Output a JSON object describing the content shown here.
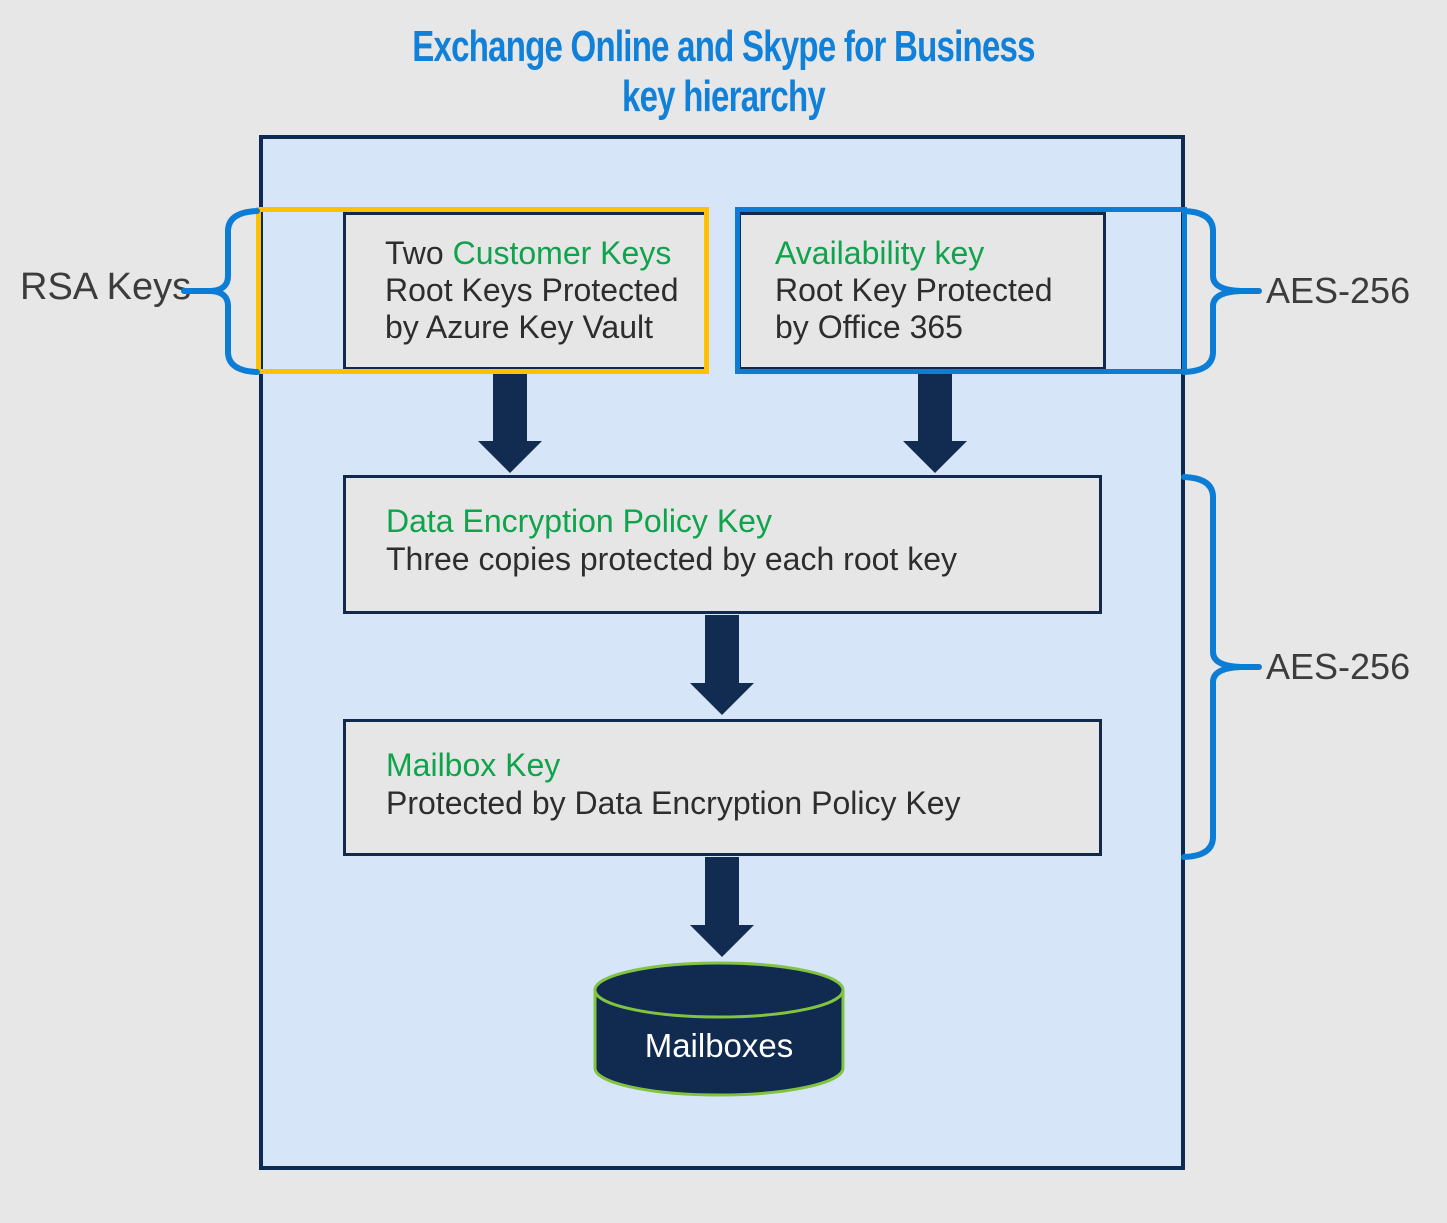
{
  "title": {
    "line1": "Exchange Online and Skype for Business",
    "line2": "key hierarchy"
  },
  "side_labels": {
    "rsa": "RSA Keys",
    "aes_top": "AES-256",
    "aes_bottom": "AES-256"
  },
  "boxes": {
    "customer_keys": {
      "prefix": "Two ",
      "name": "Customer Keys",
      "desc_line1": "Root Keys Protected",
      "desc_line2": "by Azure Key Vault"
    },
    "availability_key": {
      "name": "Availability key",
      "desc_line1": "Root Key Protected",
      "desc_line2": "by Office 365"
    },
    "data_encryption_policy_key": {
      "name": "Data Encryption Policy Key",
      "desc_line1": "Three copies protected by each root key"
    },
    "mailbox_key": {
      "name": "Mailbox Key",
      "desc_line1": "Protected by Data Encryption Policy Key"
    }
  },
  "cylinder": {
    "label": "Mailboxes"
  },
  "colors": {
    "title_blue": "#1080d8",
    "brace_and_outline_blue": "#0c7dd6",
    "outline_orange": "#ffc000",
    "highlight_green": "#0fa44c",
    "navy": "#122b50",
    "container_fill": "#d7e5f9",
    "box_fill": "#e6e6e6",
    "cylinder_stroke_green": "#82c341",
    "page_bg": "#e7e7e7",
    "text_dark": "#2d2d2d"
  }
}
